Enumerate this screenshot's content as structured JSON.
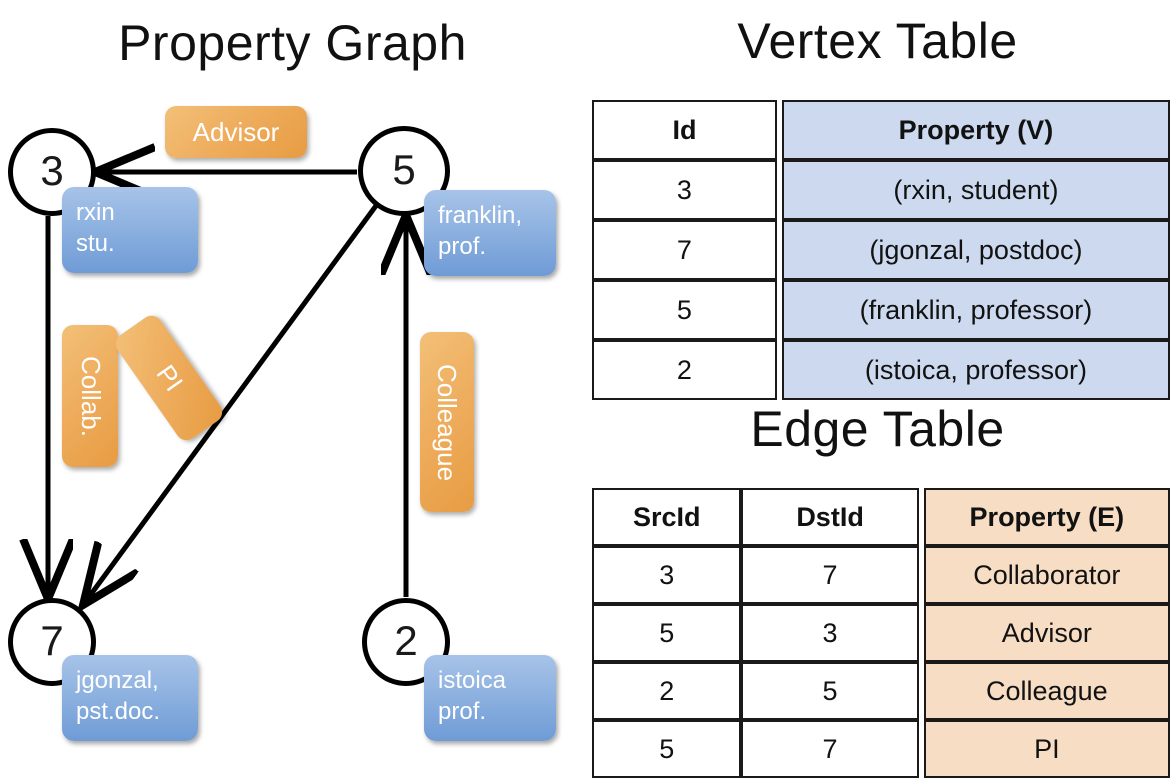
{
  "titles": {
    "property_graph": "Property Graph",
    "vertex_table": "Vertex Table",
    "edge_table": "Edge Table"
  },
  "graph": {
    "nodes": [
      {
        "id": "3",
        "property": "rxin\nstu.",
        "prop_line1": "rxin",
        "prop_line2": "stu."
      },
      {
        "id": "5",
        "property": "franklin,\nprof.",
        "prop_line1": "franklin,",
        "prop_line2": "prof."
      },
      {
        "id": "7",
        "property": "jgonzal,\npst.doc.",
        "prop_line1": "jgonzal,",
        "prop_line2": "pst.doc."
      },
      {
        "id": "2",
        "property": "istoica\nprof.",
        "prop_line1": "istoica",
        "prop_line2": "prof."
      }
    ],
    "edge_labels": {
      "advisor": "Advisor",
      "collab": "Collab.",
      "pi": "PI",
      "colleague": "Colleague"
    },
    "edges": [
      {
        "from": "5",
        "to": "3",
        "label": "Advisor"
      },
      {
        "from": "3",
        "to": "7",
        "label": "Collab."
      },
      {
        "from": "5",
        "to": "7",
        "label": "PI"
      },
      {
        "from": "2",
        "to": "5",
        "label": "Colleague"
      }
    ]
  },
  "vertex_table": {
    "headers": [
      "Id",
      "Property (V)"
    ],
    "rows": [
      {
        "id": "3",
        "property": "(rxin, student)"
      },
      {
        "id": "7",
        "property": "(jgonzal, postdoc)"
      },
      {
        "id": "5",
        "property": "(franklin, professor)"
      },
      {
        "id": "2",
        "property": "(istoica, professor)"
      }
    ]
  },
  "edge_table": {
    "headers": [
      "SrcId",
      "DstId",
      "Property (E)"
    ],
    "rows": [
      {
        "src": "3",
        "dst": "7",
        "property": "Collaborator"
      },
      {
        "src": "5",
        "dst": "3",
        "property": "Advisor"
      },
      {
        "src": "2",
        "dst": "5",
        "property": "Colleague"
      },
      {
        "src": "5",
        "dst": "7",
        "property": "PI"
      }
    ]
  },
  "colors": {
    "vertex_property_fill": "#ccd9ef",
    "edge_property_fill": "#f6ddc3",
    "node_property_box": "#8eb2e0",
    "edge_label_box": "#eeac5c",
    "stroke": "#000000"
  }
}
